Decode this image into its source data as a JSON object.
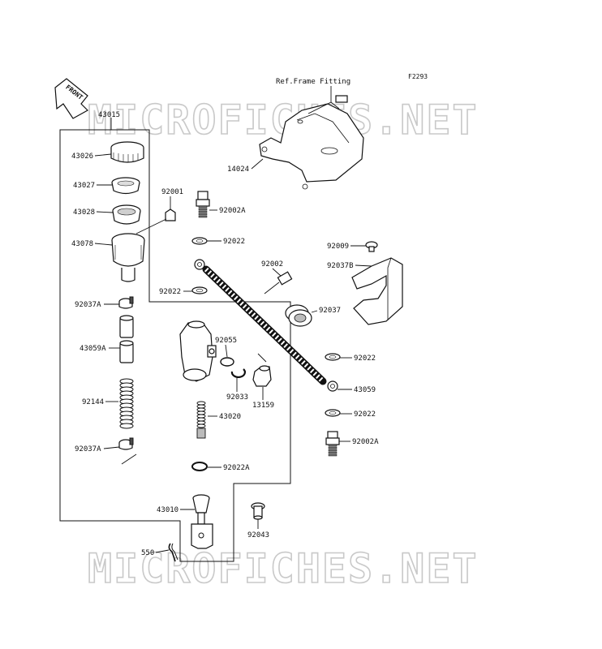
{
  "figure_code": "F2293",
  "ref_note": "Ref.Frame Fitting",
  "front_label": "FRONT",
  "watermark": "MICROFICHES.NET",
  "parts": [
    {
      "id": "43015",
      "label": "43015"
    },
    {
      "id": "43026",
      "label": "43026"
    },
    {
      "id": "43027",
      "label": "43027"
    },
    {
      "id": "43028",
      "label": "43028"
    },
    {
      "id": "43078",
      "label": "43078"
    },
    {
      "id": "92037A-top",
      "label": "92037A"
    },
    {
      "id": "43059A",
      "label": "43059A"
    },
    {
      "id": "92144",
      "label": "92144"
    },
    {
      "id": "92037A-bottom",
      "label": "92037A"
    },
    {
      "id": "43010",
      "label": "43010"
    },
    {
      "id": "550",
      "label": "550"
    },
    {
      "id": "92001",
      "label": "92001"
    },
    {
      "id": "92002A-top",
      "label": "92002A"
    },
    {
      "id": "92022-a",
      "label": "92022"
    },
    {
      "id": "92022-b",
      "label": "92022"
    },
    {
      "id": "92002",
      "label": "92002"
    },
    {
      "id": "92055",
      "label": "92055"
    },
    {
      "id": "92033",
      "label": "92033"
    },
    {
      "id": "13159",
      "label": "13159"
    },
    {
      "id": "43020",
      "label": "43020"
    },
    {
      "id": "92022A",
      "label": "92022A"
    },
    {
      "id": "92043",
      "label": "92043"
    },
    {
      "id": "14024",
      "label": "14024"
    },
    {
      "id": "92009",
      "label": "92009"
    },
    {
      "id": "92037B",
      "label": "92037B"
    },
    {
      "id": "92037",
      "label": "92037"
    },
    {
      "id": "92022-c",
      "label": "92022"
    },
    {
      "id": "43059",
      "label": "43059"
    },
    {
      "id": "92022-d",
      "label": "92022"
    },
    {
      "id": "92002A-bottom",
      "label": "92002A"
    }
  ]
}
